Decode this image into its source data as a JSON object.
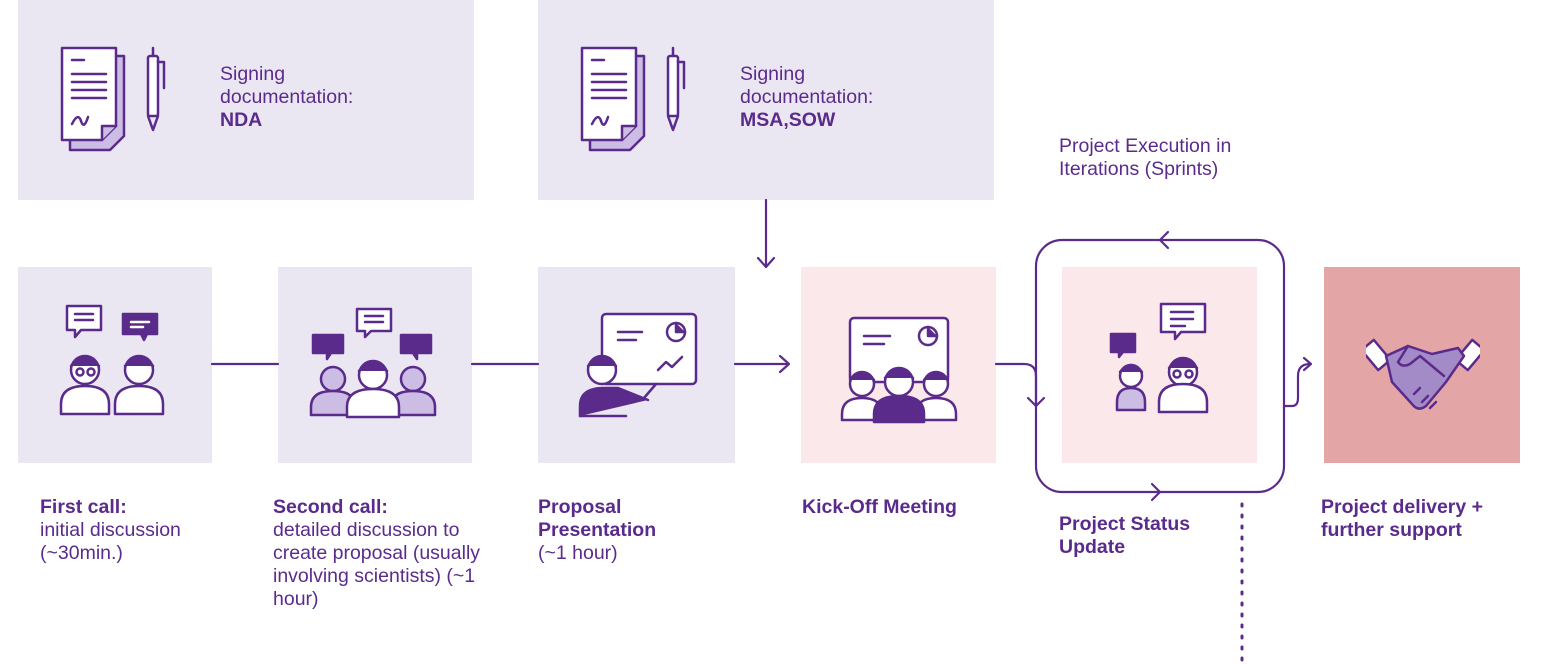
{
  "docs": [
    {
      "prefix": "Signing documentation:",
      "bold": "NDA"
    },
    {
      "prefix": "Signing documentation:",
      "bold": "MSA,SOW"
    }
  ],
  "iteration_note": "Project Execution in Iterations (Sprints)",
  "steps": [
    {
      "title": "First call:",
      "desc": "initial discussion (~30min.)"
    },
    {
      "title": "Second call:",
      "desc": "detailed discussion to create proposal (usually involving scientists) (~1 hour)"
    },
    {
      "title": "Proposal Presentation",
      "desc": "(~1 hour)"
    },
    {
      "title": "Kick-Off Meeting",
      "desc": ""
    },
    {
      "title": "Project Status Update",
      "desc": ""
    },
    {
      "title": "Project delivery + further support",
      "desc": ""
    }
  ],
  "colors": {
    "purple": "#5b2b8c",
    "panel": "#eae7f3",
    "pink": "#fbe8ea",
    "rose": "#e3a5a5"
  }
}
